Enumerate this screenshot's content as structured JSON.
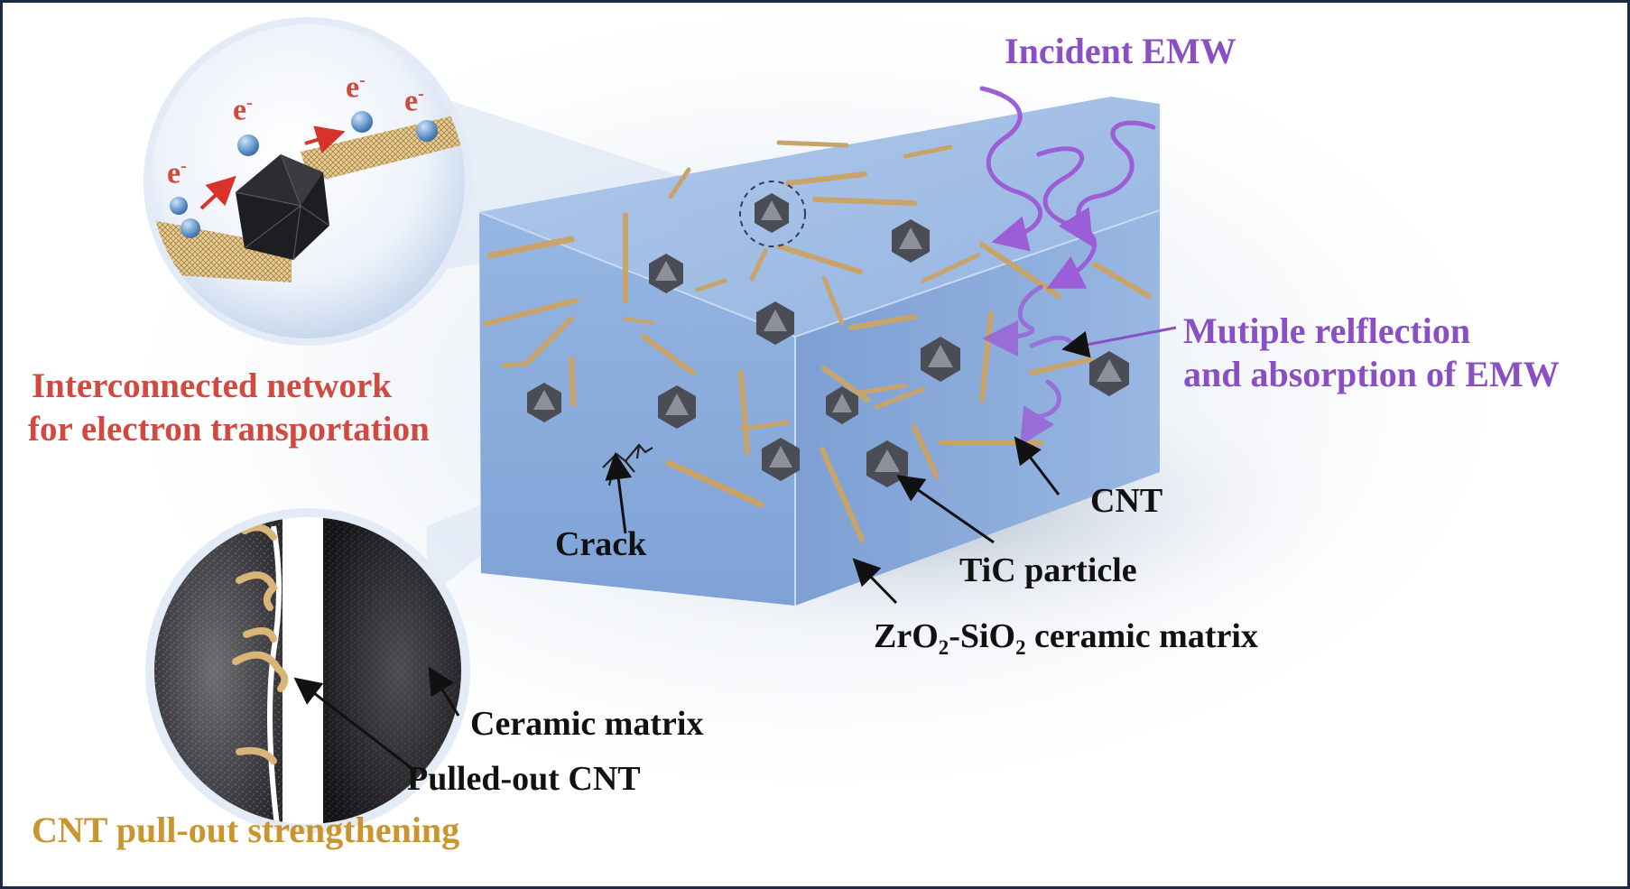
{
  "labels": {
    "incident_emw": "Incident EMW",
    "multiple_reflection_1": "Mutiple relflection",
    "multiple_reflection_2": "and absorption of EMW",
    "cnt": "CNT",
    "tic_particle": "TiC particle",
    "matrix_prefix_zr": "ZrO",
    "matrix_sub1": "2",
    "matrix_mid_si": "-SiO",
    "matrix_sub2": "2",
    "matrix_suffix": " ceramic matrix",
    "crack": "Crack",
    "interconnected_1": "Interconnected network",
    "interconnected_2": "for electron transportation",
    "ceramic_matrix": "Ceramic matrix",
    "pulled_out_cnt": "Pulled-out CNT",
    "pullout_strengthening": "CNT pull-out strengthening",
    "electron": "e",
    "electron_charge": "-"
  },
  "colors": {
    "border": "#1d2a44",
    "box_front": "#8fb0dd",
    "box_top": "#a7c3e7",
    "emw_purple": "#9b5ed6",
    "label_red": "#d2493f",
    "label_gold": "#c9952c",
    "cnt_gold": "#c8a46a",
    "particle_dark": "#4a4d55"
  }
}
